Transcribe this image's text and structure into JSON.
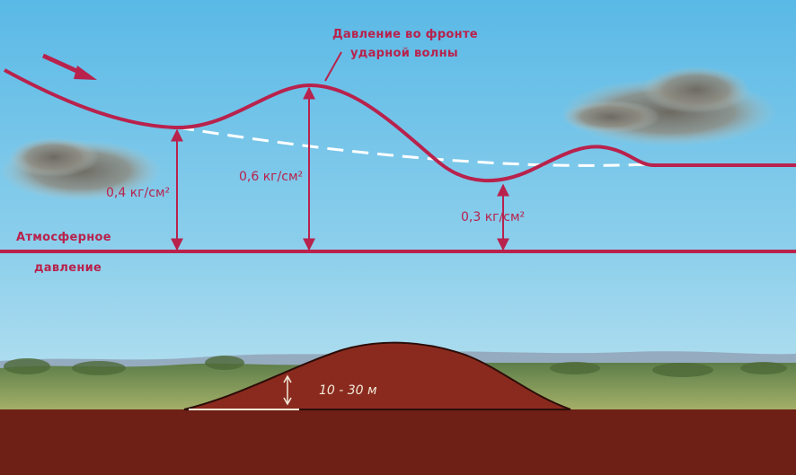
{
  "diagram": {
    "wave_caption_line1": "Давление во фронте",
    "wave_caption_line2": "ударной волны",
    "atm_label_line1": "Атмосферное",
    "atm_label_line2": "давление",
    "pressure_values": [
      "0,4 кг/см²",
      "0,6 кг/см²",
      "0,3 кг/см²"
    ],
    "mound_height": "10 - 30 м"
  },
  "colors": {
    "wave_line": "#b8224c",
    "sky_top": "#5ab9e6",
    "sky_bottom": "#c9e9f4",
    "mound": "#8a2a1e",
    "ground": "#6e1f16",
    "grass": "#7f9a4e"
  }
}
